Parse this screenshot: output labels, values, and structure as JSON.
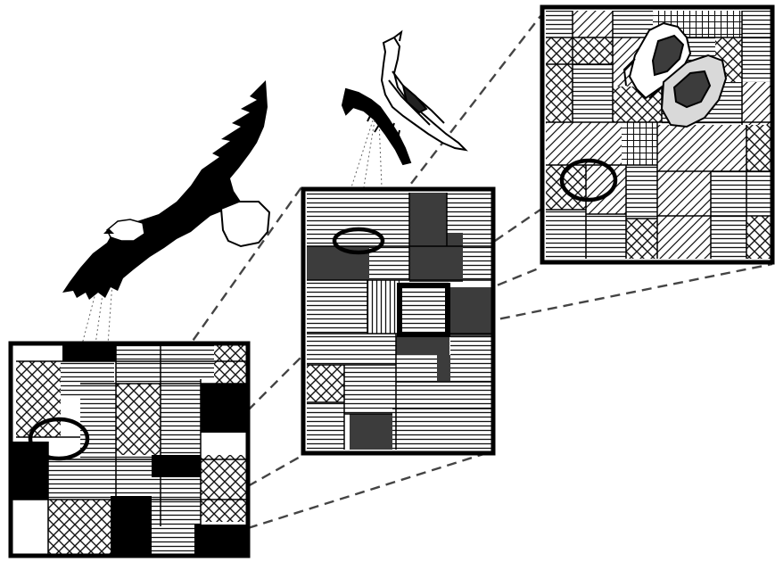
{
  "figure": {
    "panels": [
      {
        "subject": "eagle",
        "fill_levels": [
          "black",
          "crosshatch",
          "horizontal-lines",
          "white"
        ]
      },
      {
        "subject": "songbird",
        "fill_levels": [
          "dark-gray",
          "horizontal-lines",
          "vertical-lines",
          "crosshatch"
        ]
      },
      {
        "subject": "butterfly",
        "fill_levels": [
          "crosshatch",
          "diagonal-lines",
          "horizontal-lines",
          "grid"
        ]
      }
    ],
    "colors": {
      "ink": "#000000",
      "gray": "#3c3c3c",
      "paper": "#ffffff"
    }
  }
}
